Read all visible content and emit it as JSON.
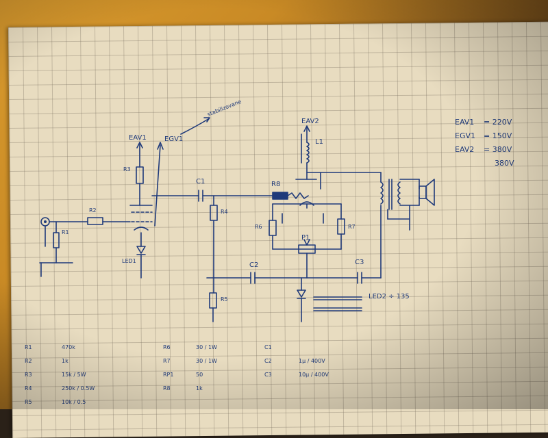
{
  "supply_labels": {
    "eav1": "EAV1",
    "egv1": "EGV1",
    "eav2": "EAV2",
    "egv1_note": "stabilizovane"
  },
  "component_labels": {
    "r1": "R1",
    "r2": "R2",
    "r3": "R3",
    "r4": "R4",
    "r5": "R5",
    "r6": "R6",
    "r7": "R7",
    "r8": "R8",
    "p1": "P1",
    "c1": "C1",
    "c2": "C2",
    "c3": "C3",
    "l1": "L1",
    "led1": "LED1",
    "led2": "LED2 ÷ 135"
  },
  "voltages": [
    {
      "name": "EAV1",
      "value": "= 220V"
    },
    {
      "name": "EGV1",
      "value": "= 150V"
    },
    {
      "name": "EAV2",
      "value": "= 380V",
      "alt": "380V"
    }
  ],
  "parts_table": {
    "col1": [
      {
        "ref": "R1",
        "val": "470k"
      },
      {
        "ref": "R2",
        "val": "1k"
      },
      {
        "ref": "R3",
        "val": "15k / 5W"
      },
      {
        "ref": "R4",
        "val": "250k / 0.5W"
      },
      {
        "ref": "R5",
        "val": "10k / 0.5"
      }
    ],
    "col2": [
      {
        "ref": "R6",
        "val": "30 / 1W"
      },
      {
        "ref": "R7",
        "val": "30 / 1W"
      },
      {
        "ref": "RP1",
        "val": "50"
      },
      {
        "ref": "R8",
        "val": "1k"
      }
    ],
    "col3": [
      {
        "ref": "C1",
        "val": ""
      },
      {
        "ref": "C2",
        "val": "1μ / 400V"
      },
      {
        "ref": "C3",
        "val": "10μ / 400V"
      }
    ]
  }
}
